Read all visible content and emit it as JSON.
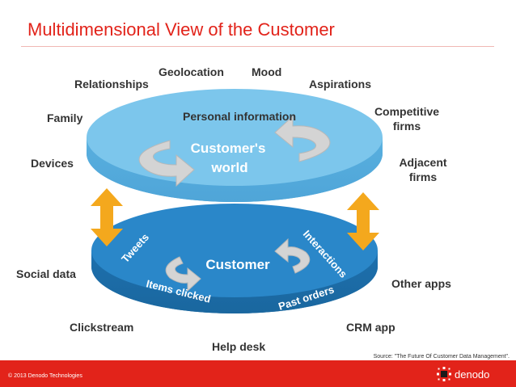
{
  "title": "Multidimensional View of the Customer",
  "colors": {
    "accent": "#e2231a",
    "top_disc": "#66bde8",
    "bottom_disc": "#2a87c9",
    "arrow_orange": "#f4a81d",
    "arrow_gray": "#c9c9c9"
  },
  "top_disc": {
    "heading": "Personal information",
    "center_line1": "Customer's",
    "center_line2": "world"
  },
  "bottom_disc": {
    "center": "Customer",
    "tweets": "Tweets",
    "interactions": "Interactions",
    "items_clicked": "Items clicked",
    "past_orders": "Past orders"
  },
  "outer_labels": {
    "geolocation": "Geolocation",
    "mood": "Mood",
    "relationships": "Relationships",
    "aspirations": "Aspirations",
    "family": "Family",
    "competitive_1": "Competitive",
    "competitive_2": "firms",
    "devices": "Devices",
    "adjacent_1": "Adjacent",
    "adjacent_2": "firms",
    "social_data": "Social data",
    "other_apps": "Other apps",
    "clickstream": "Clickstream",
    "crm_app": "CRM app",
    "help_desk": "Help desk"
  },
  "source": "Source: \"The Future Of Customer Data Management\".",
  "copyright": "© 2013 Denodo Technologies",
  "logo_text": "denodo"
}
